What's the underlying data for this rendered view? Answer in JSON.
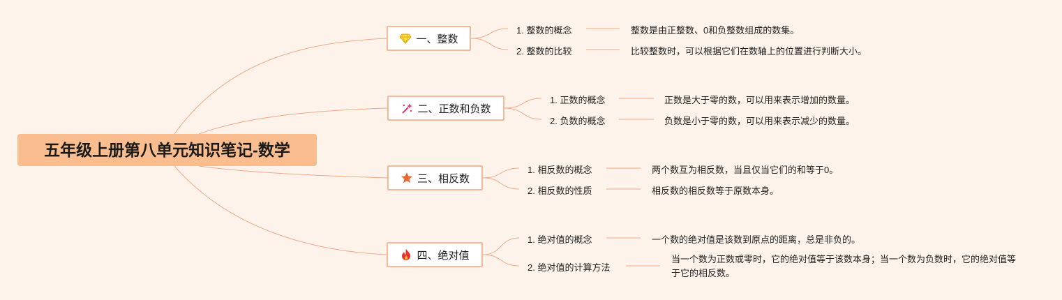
{
  "root": {
    "title": "五年级上册第八单元知识笔记-数学"
  },
  "colors": {
    "line": "#f2a988",
    "root_bg": "#f9bd8f",
    "branch_border": "#f6b896",
    "background": "#fdf3ea"
  },
  "branches": [
    {
      "label": "一、整数",
      "icon": "gem-icon",
      "children": [
        {
          "label": "1. 整数的概念",
          "note": "整数是由正整数、0和负整数组成的数集。"
        },
        {
          "label": "2. 整数的比较",
          "note": "比较整数时，可以根据它们在数轴上的位置进行判断大小。"
        }
      ]
    },
    {
      "label": "二、正数和负数",
      "icon": "magic-wand-icon",
      "children": [
        {
          "label": "1. 正数的概念",
          "note": "正数是大于零的数，可以用来表示增加的数量。"
        },
        {
          "label": "2. 负数的概念",
          "note": "负数是小于零的数，可以用来表示减少的数量。"
        }
      ]
    },
    {
      "label": "三、相反数",
      "icon": "star-icon",
      "children": [
        {
          "label": "1. 相反数的概念",
          "note": "两个数互为相反数，当且仅当它们的和等于0。"
        },
        {
          "label": "2. 相反数的性质",
          "note": "相反数的相反数等于原数本身。"
        }
      ]
    },
    {
      "label": "四、绝对值",
      "icon": "fire-icon",
      "children": [
        {
          "label": "1. 绝对值的概念",
          "note": "一个数的绝对值是该数到原点的距离，总是非负的。"
        },
        {
          "label": "2. 绝对值的计算方法",
          "note": "当一个数为正数或零时，它的绝对值等于该数本身；当一个数为负数时，它的绝对值等于它的相反数。"
        }
      ]
    }
  ]
}
